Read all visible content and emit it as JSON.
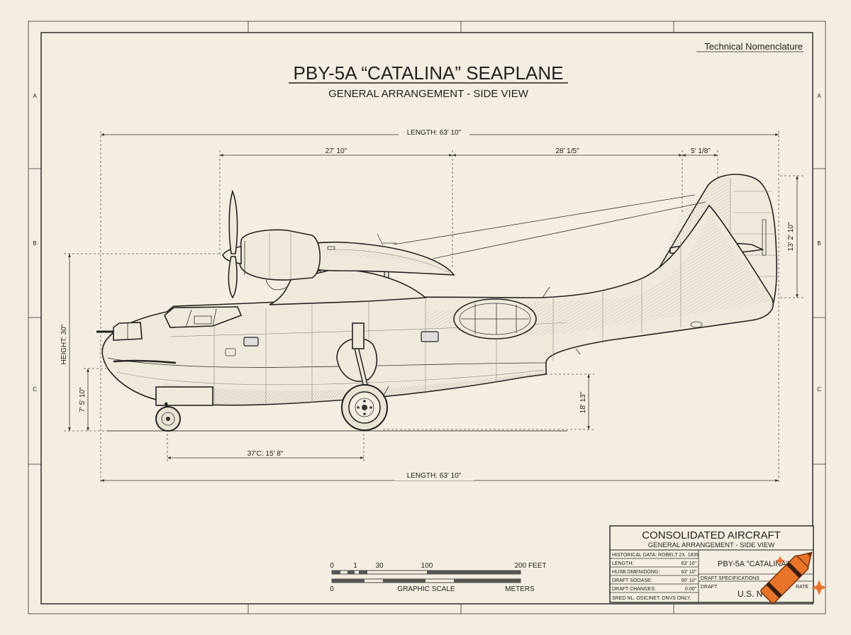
{
  "header": {
    "corner_label": "Technical Nomenclature",
    "title": "PBY-5A “CATALINA” SEAPLANE",
    "subtitle": "GENERAL ARRANGEMENT - SIDE VIEW"
  },
  "border_refs": {
    "left": [
      "A",
      "B",
      "C"
    ],
    "right": [
      "A",
      "B",
      "C"
    ]
  },
  "dimensions": {
    "overall_length_top": "LENGTH: 63' 10\"",
    "segment_1": "27' 10\"",
    "segment_2": "28' 1/5\"",
    "segment_3": "5' 1/8\"",
    "tail_height": "13' 2' 10\"",
    "height": "HEIGHT: 30\"",
    "nose_height": "7' 5' 10\"",
    "gear_height": "18' 13\"",
    "wheelbase": "37'C: 15' 8\"",
    "overall_length_bottom": "LENGTH: 63' 10\""
  },
  "scale_bar": {
    "feet_ticks": [
      "0",
      "1",
      "30",
      "100",
      "200 FEET"
    ],
    "meter_zero": "0",
    "caption": "GRAPHIC SCALE",
    "meters_label": "METERS"
  },
  "title_block": {
    "company": "CONSOLIDATED AIRCRAFT",
    "sheet_title": "GENERAL ARRANGEMENT - SIDE VIEW",
    "rows": [
      {
        "label": "HISTORICAL DATA:",
        "value": "ROBELT 2X. 1839"
      },
      {
        "label": "LENGTH:",
        "value": "63' 10\""
      },
      {
        "label": "HUSB OMENIDONG:",
        "value": "63' 10\""
      },
      {
        "label": "DRAFT SOOASE:",
        "value": "60' 10\""
      },
      {
        "label": "DRAFT CHANGES:",
        "value": "0.00\""
      }
    ],
    "footer": "SRED NL. OSICINET. DNVS ONLY.",
    "aircraft_name": "PBY-5A \"CATALINA\"",
    "draft_specs": "DRAFT SPECIFICATIONS",
    "draft_label": "DRAFT",
    "rate_label": "RATE",
    "navy_label": "U.S. N"
  },
  "colors": {
    "paper": "#f3eee1",
    "ink": "#222222",
    "crayon_orange": "#e8742a"
  },
  "icons": [
    "crayon-icon",
    "sparkle-icon"
  ]
}
